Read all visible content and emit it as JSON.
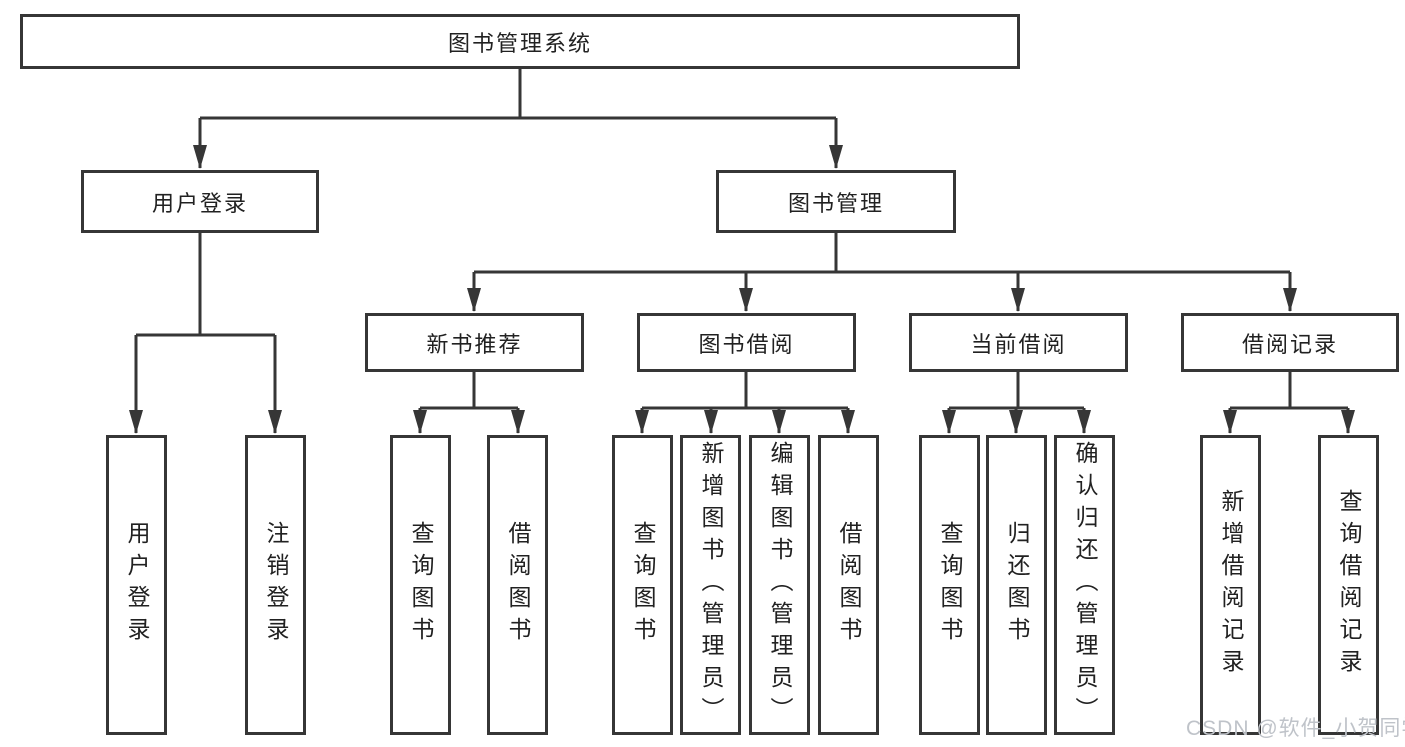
{
  "colors": {
    "line": "#363636",
    "box_border": "#363636",
    "text": "#212121",
    "background": "#ffffff",
    "watermark": "#bfc3c9"
  },
  "watermark": {
    "text": "CSDN @软件_小贺同学"
  },
  "diagram": {
    "root": {
      "label": "图书管理系统"
    },
    "user_login": {
      "label": "用户登录",
      "children": {
        "login": {
          "label": "用户登录"
        },
        "logout": {
          "label": "注销登录"
        }
      }
    },
    "book_mgmt": {
      "label": "图书管理",
      "children": {
        "new_book_rec": {
          "label": "新书推荐",
          "children": {
            "query_books": {
              "label": "查询图书"
            },
            "borrow_books": {
              "label": "借阅图书"
            }
          }
        },
        "book_borrow": {
          "label": "图书借阅",
          "children": {
            "query_books": {
              "label": "查询图书"
            },
            "add_books": {
              "label": "新增图书（管理员）"
            },
            "edit_books": {
              "label": "编辑图书（管理员）"
            },
            "borrow_books": {
              "label": "借阅图书"
            }
          }
        },
        "current_borrow": {
          "label": "当前借阅",
          "children": {
            "query_books": {
              "label": "查询图书"
            },
            "return_books": {
              "label": "归还图书"
            },
            "confirm_return": {
              "label": "确认归还（管理员）"
            }
          }
        },
        "borrow_records": {
          "label": "借阅记录",
          "children": {
            "add_record": {
              "label": "新增借阅记录"
            },
            "query_record": {
              "label": "查询借阅记录"
            }
          }
        }
      }
    }
  }
}
